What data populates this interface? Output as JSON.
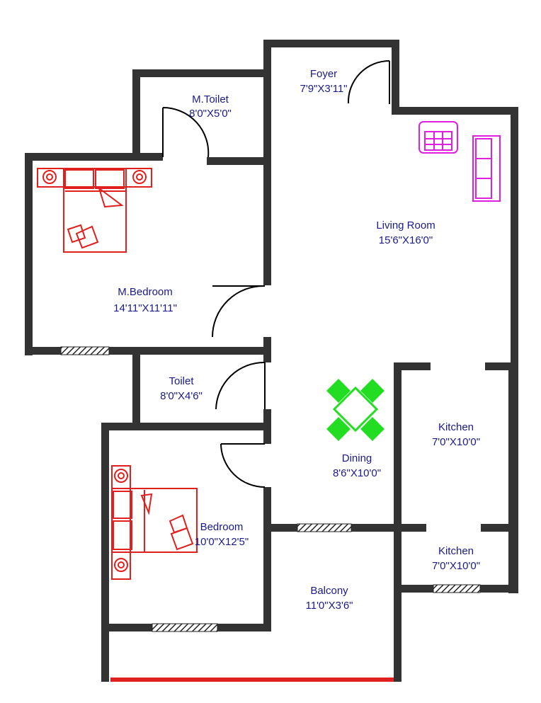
{
  "title": "",
  "rooms": {
    "foyer": {
      "name": "Foyer",
      "size": "7'9\"X3'11\""
    },
    "m_toilet": {
      "name": "M.Toilet",
      "size": "8'0\"X5'0\""
    },
    "living_room": {
      "name": "Living Room",
      "size": "15'6\"X16'0\""
    },
    "m_bedroom": {
      "name": "M.Bedroom",
      "size": "14'11\"X11'11\""
    },
    "toilet": {
      "name": "Toilet",
      "size": "8'0\"X4'6\""
    },
    "dining": {
      "name": "Dining",
      "size": "8'6\"X10'0\""
    },
    "kitchen_upper": {
      "name": "Kitchen",
      "size": "7'0\"X10'0\""
    },
    "kitchen_lower": {
      "name": "Kitchen",
      "size": "7'0\"X10'0\""
    },
    "bedroom": {
      "name": "Bedroom",
      "size": "10'0\"X12'5\""
    },
    "balcony": {
      "name": "Balcony",
      "size": "11'0\"X3'6\""
    }
  },
  "colors": {
    "wall": "#333333",
    "label_text": "#1a1a8c",
    "bedroom_furniture": "#e0201e",
    "living_furniture": "#e020e0",
    "dining_furniture": "#22dd22",
    "railing": "#e0201e",
    "door_swing": "#000000"
  },
  "icons": [
    "double-bed-icon",
    "sofa-icon",
    "telephone-icon",
    "dining-table-icon",
    "window-icon"
  ]
}
